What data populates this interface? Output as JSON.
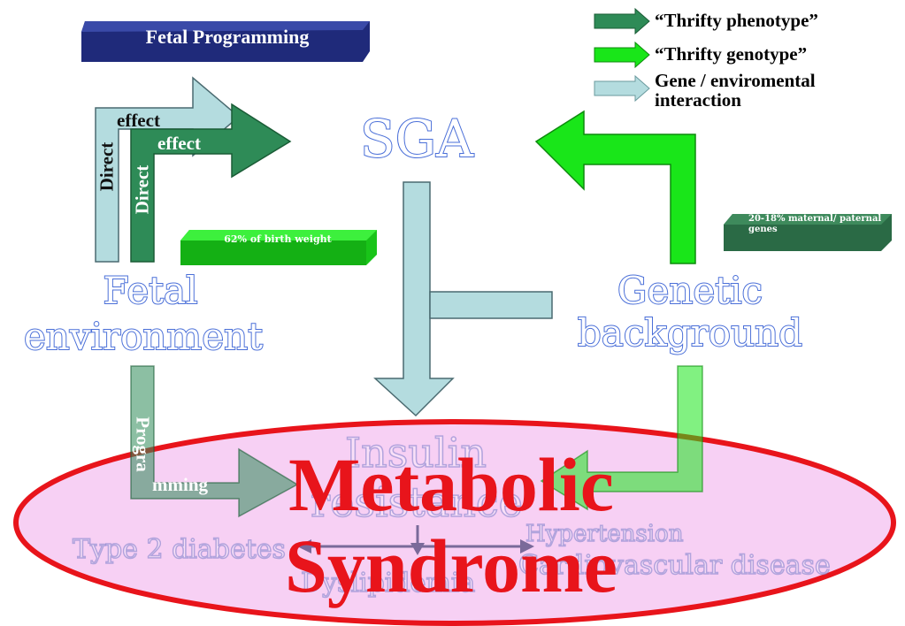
{
  "banner": {
    "title": "Fetal Programming"
  },
  "legend": {
    "items": [
      {
        "label": "“Thrifty phenotype”",
        "color": "#2e8b57"
      },
      {
        "label": "“Thrifty genotype”",
        "color": "#19e619"
      },
      {
        "label": "Gene / enviromental interaction",
        "color": "#b4dcdf"
      }
    ]
  },
  "nodes": {
    "sga": "SGA",
    "fetal_environment": [
      "Fetal",
      "environment"
    ],
    "genetic_background": [
      "Genetic",
      "background"
    ],
    "insulin_resistance": [
      "Insulin",
      "resistance"
    ],
    "metabolic_syndrome": [
      "Metabolic",
      "Syndrome"
    ]
  },
  "arrow_labels": {
    "direct_effect_light": {
      "vertical": "Direct",
      "horizontal": "effect"
    },
    "direct_effect_dark": {
      "vertical": "Direct",
      "horizontal": "effect"
    },
    "programming": {
      "vertical": "Progra",
      "horizontal": "mming"
    }
  },
  "badges": {
    "birth_weight": "62% of birth weight",
    "maternal_paternal": "20-18% maternal/ paternal genes"
  },
  "outcomes": {
    "type2_diabetes": "Type 2 diabetes",
    "dyslipidemia": "Dyslipidemia",
    "hypertension": "Hypertension",
    "cardiovascular": "Cardiovascular disease"
  },
  "colors": {
    "banner": "#1f2a7a",
    "dark_green": "#2e8b57",
    "bright_green": "#19e619",
    "light_teal": "#b4dcdf",
    "ellipse_fill": "#f7d0f4",
    "ellipse_stroke": "#e8141b",
    "metabolic_text": "#e8141b",
    "outline_text": "#4a6fd8"
  }
}
